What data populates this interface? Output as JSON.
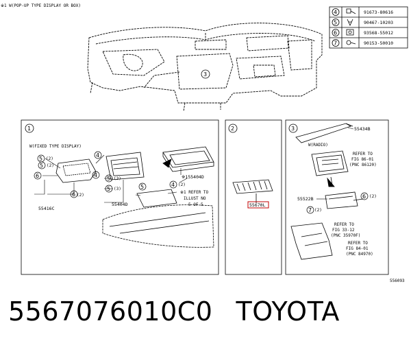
{
  "header": {
    "note": "※1 W(POP-UP TYPE DISPLAY OR BOX)"
  },
  "parts_table": [
    {
      "ref": "4",
      "number": "91673-80616"
    },
    {
      "ref": "5",
      "number": "90467-10203"
    },
    {
      "ref": "6",
      "number": "93568-55012"
    },
    {
      "ref": "7",
      "number": "90153-50010"
    }
  ],
  "top_callout": "3",
  "panel1": {
    "ref": "1",
    "subtitle": "W(FIXED TYPE DISPLAY)",
    "left_part": "55416C",
    "center_part": "55404D",
    "right_part": "※155404D",
    "refer": [
      "※1 REFER TO",
      "ILLUST NO",
      "5 OF 5"
    ],
    "callouts": [
      "5",
      "(2)",
      "5",
      "(2)",
      "6",
      "4",
      "4",
      "6",
      "(2)",
      "5",
      "(3)",
      "5",
      "(3)",
      "4",
      "(2)",
      "5"
    ]
  },
  "panel2": {
    "ref": "2",
    "part": "55670L"
  },
  "panel3": {
    "ref": "3",
    "part_a": "55434B",
    "subtitle": "W(RADIO)",
    "part_b": "55522B",
    "callout_7": "7",
    "callout_7_qty": "(2)",
    "callout_6": "6",
    "callout_6_qty": "(2)",
    "refer1": [
      "REFER TO",
      "FIG 86-01",
      "(PNC 86120)"
    ],
    "refer2": [
      "REFER TO",
      "FIG 33-12",
      "(PNC 35970F)"
    ],
    "refer3": [
      "REFER TO",
      "FIG 84-01",
      "(PNC 84970)"
    ]
  },
  "image_id": "556093",
  "footer": {
    "part_number": "5567076010C0",
    "brand": "TOYOTA"
  }
}
